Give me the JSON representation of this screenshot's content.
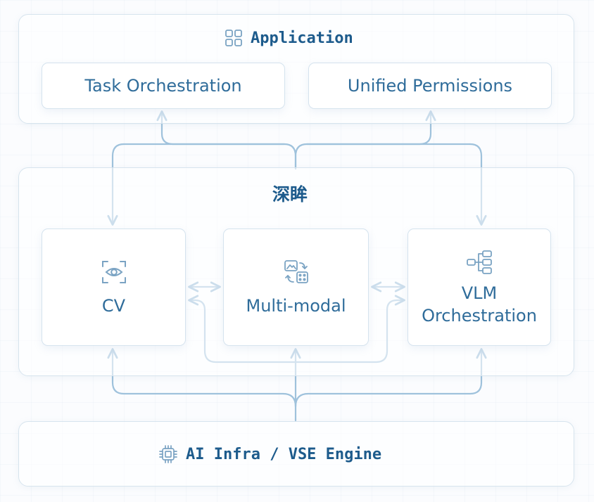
{
  "application": {
    "title": "Application",
    "icon": "grid-apps-icon",
    "modules": [
      {
        "label": "Task Orchestration"
      },
      {
        "label": "Unified Permissions"
      }
    ]
  },
  "middle": {
    "title": "深眸",
    "cards": [
      {
        "label": "CV",
        "icon": "eye-scan-icon"
      },
      {
        "label": "Multi-modal",
        "icon": "multimodal-swap-icon"
      },
      {
        "label": "VLM\nOrchestration",
        "icon": "flow-nodes-icon"
      }
    ]
  },
  "infra": {
    "title": "AI Infra / VSE Engine",
    "icon": "cpu-chip-icon"
  },
  "colors": {
    "accent": "#1d5b8c",
    "text": "#2f6c9a",
    "arrow": "#8fb7d6",
    "border": "#d7e4ee"
  }
}
